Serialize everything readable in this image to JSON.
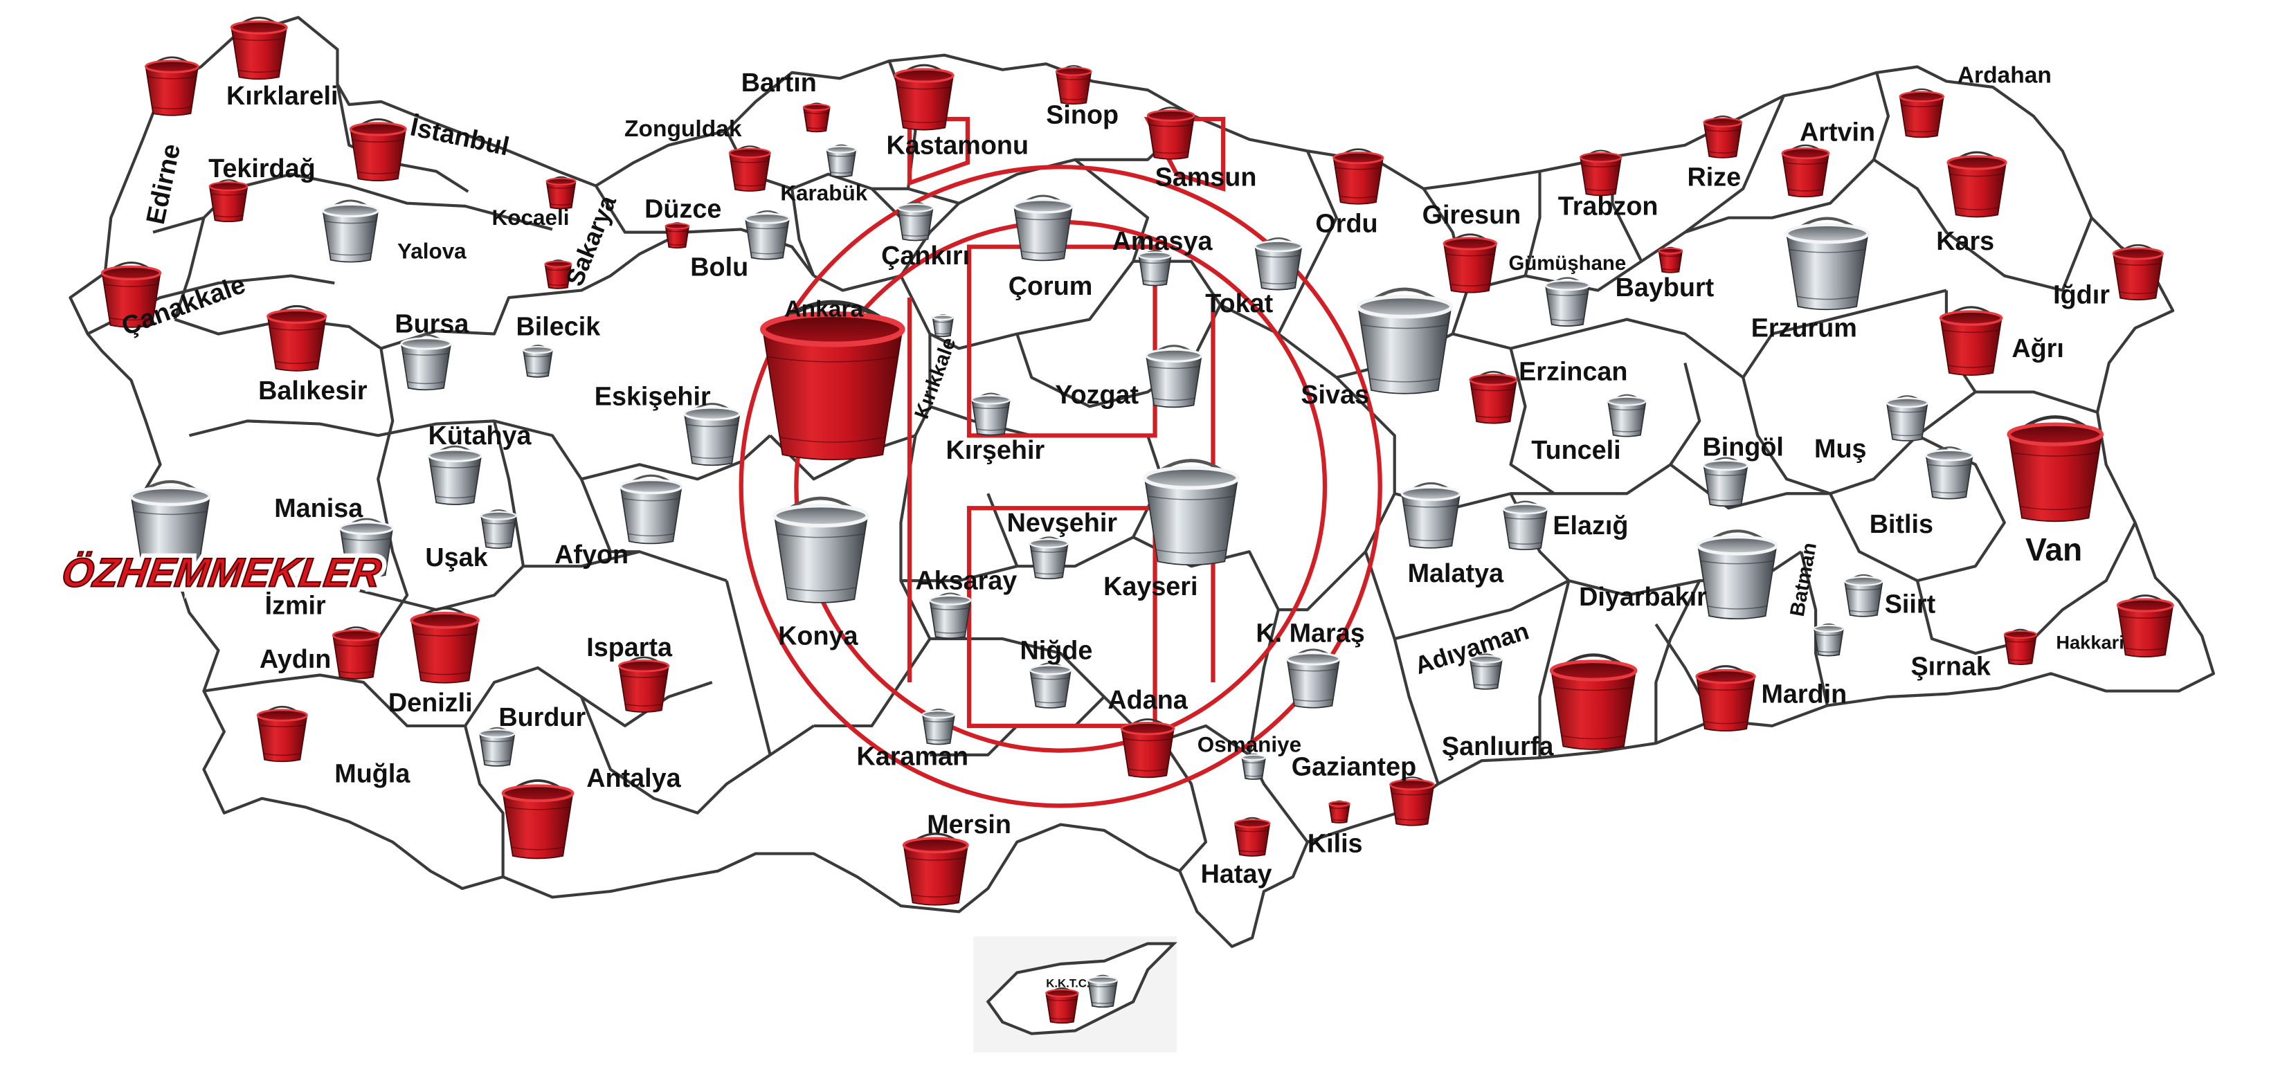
{
  "colors": {
    "red_bucket": "#c8141e",
    "silver_bucket": "#9aa0a6",
    "border": "#3a3a3a",
    "emblem": "#d21f26",
    "logo": "#d8141c"
  },
  "logo": {
    "text": "ÖZHEMMEKLER"
  },
  "cyprus": {
    "label": "K.K.T.C.",
    "buckets": [
      "red",
      "silver"
    ]
  },
  "provinces": [
    {
      "name": "Edirne",
      "bucket": "red"
    },
    {
      "name": "Kırklareli",
      "bucket": "red"
    },
    {
      "name": "Tekirdağ",
      "bucket": "red"
    },
    {
      "name": "İstanbul",
      "bucket": "red"
    },
    {
      "name": "Çanakkale",
      "bucket": "red"
    },
    {
      "name": "Kocaeli",
      "bucket": "red"
    },
    {
      "name": "Yalova",
      "bucket": "silver"
    },
    {
      "name": "Sakarya",
      "bucket": "red"
    },
    {
      "name": "Düzce",
      "bucket": "red"
    },
    {
      "name": "Bolu",
      "bucket": "silver"
    },
    {
      "name": "Zonguldak",
      "bucket": "red"
    },
    {
      "name": "Bartın",
      "bucket": "red"
    },
    {
      "name": "Karabük",
      "bucket": "silver"
    },
    {
      "name": "Kastamonu",
      "bucket": "red"
    },
    {
      "name": "Sinop",
      "bucket": "red"
    },
    {
      "name": "Samsun",
      "bucket": "red"
    },
    {
      "name": "Ordu",
      "bucket": "red"
    },
    {
      "name": "Giresun",
      "bucket": "red"
    },
    {
      "name": "Trabzon",
      "bucket": "red"
    },
    {
      "name": "Rize",
      "bucket": "red"
    },
    {
      "name": "Artvin",
      "bucket": "red"
    },
    {
      "name": "Ardahan",
      "bucket": "red"
    },
    {
      "name": "Kars",
      "bucket": "red"
    },
    {
      "name": "Iğdır",
      "bucket": "red"
    },
    {
      "name": "Ağrı",
      "bucket": "red"
    },
    {
      "name": "Van",
      "bucket": "red"
    },
    {
      "name": "Hakkari",
      "bucket": "red"
    },
    {
      "name": "Şırnak",
      "bucket": "red"
    },
    {
      "name": "Siirt",
      "bucket": "silver"
    },
    {
      "name": "Bitlis",
      "bucket": "silver"
    },
    {
      "name": "Muş",
      "bucket": "silver"
    },
    {
      "name": "Erzurum",
      "bucket": "silver"
    },
    {
      "name": "Bayburt",
      "bucket": "red"
    },
    {
      "name": "Gümüşhane",
      "bucket": "silver"
    },
    {
      "name": "Erzincan",
      "bucket": "red"
    },
    {
      "name": "Tunceli",
      "bucket": "silver"
    },
    {
      "name": "Bingöl",
      "bucket": "silver"
    },
    {
      "name": "Elazığ",
      "bucket": "silver"
    },
    {
      "name": "Malatya",
      "bucket": "silver"
    },
    {
      "name": "Diyarbakır",
      "bucket": "silver"
    },
    {
      "name": "Batman",
      "bucket": "silver"
    },
    {
      "name": "Mardin",
      "bucket": "red"
    },
    {
      "name": "Şanlıurfa",
      "bucket": "red"
    },
    {
      "name": "Adıyaman",
      "bucket": "silver"
    },
    {
      "name": "K. Maraş",
      "bucket": "silver"
    },
    {
      "name": "Gaziantep",
      "bucket": "red"
    },
    {
      "name": "Kilis",
      "bucket": "red"
    },
    {
      "name": "Osmaniye",
      "bucket": "silver"
    },
    {
      "name": "Hatay",
      "bucket": "red"
    },
    {
      "name": "Adana",
      "bucket": "red"
    },
    {
      "name": "Mersin",
      "bucket": "red"
    },
    {
      "name": "Karaman",
      "bucket": "silver"
    },
    {
      "name": "Niğde",
      "bucket": "silver"
    },
    {
      "name": "Aksaray",
      "bucket": "silver"
    },
    {
      "name": "Nevşehir",
      "bucket": "silver"
    },
    {
      "name": "Kayseri",
      "bucket": "silver"
    },
    {
      "name": "Sivas",
      "bucket": "silver"
    },
    {
      "name": "Tokat",
      "bucket": "silver"
    },
    {
      "name": "Amasya",
      "bucket": "silver"
    },
    {
      "name": "Çorum",
      "bucket": "silver"
    },
    {
      "name": "Yozgat",
      "bucket": "silver"
    },
    {
      "name": "Çankırı",
      "bucket": "silver"
    },
    {
      "name": "Kırıkkale",
      "bucket": "silver"
    },
    {
      "name": "Kırşehir",
      "bucket": "silver"
    },
    {
      "name": "Ankara",
      "bucket": "red"
    },
    {
      "name": "Konya",
      "bucket": "silver"
    },
    {
      "name": "Eskişehir",
      "bucket": "silver"
    },
    {
      "name": "Bilecik",
      "bucket": "silver"
    },
    {
      "name": "Bursa",
      "bucket": "silver"
    },
    {
      "name": "Balıkesir",
      "bucket": "red"
    },
    {
      "name": "Kütahya",
      "bucket": "silver"
    },
    {
      "name": "Manisa",
      "bucket": "silver"
    },
    {
      "name": "İzmir",
      "bucket": "silver"
    },
    {
      "name": "Uşak",
      "bucket": "silver"
    },
    {
      "name": "Afyon",
      "bucket": "silver"
    },
    {
      "name": "Aydın",
      "bucket": "red"
    },
    {
      "name": "Denizli",
      "bucket": "red"
    },
    {
      "name": "Muğla",
      "bucket": "red"
    },
    {
      "name": "Burdur",
      "bucket": "silver"
    },
    {
      "name": "Isparta",
      "bucket": "red"
    },
    {
      "name": "Antalya",
      "bucket": "red"
    }
  ]
}
